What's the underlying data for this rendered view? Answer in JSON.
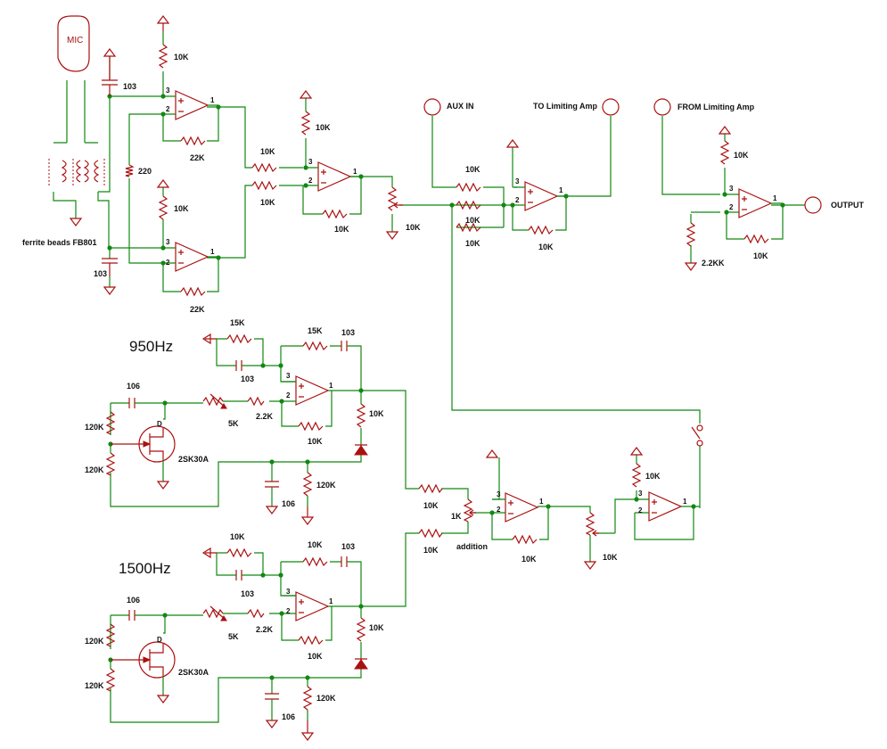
{
  "mic": "MIC",
  "ferrite": "ferrite beads FB801",
  "freq950": "950Hz",
  "freq1500": "1500Hz",
  "aux_in": "AUX IN",
  "to_limiting": "TO Limiting Amp",
  "from_limiting": "FROM Limiting Amp",
  "output": "OUTPUT",
  "addition": "addition",
  "jfet": "2SK30A",
  "v10k": "10K",
  "v22k": "22K",
  "v220": "220",
  "v103": "103",
  "v15k": "15K",
  "v22": "2.2K",
  "v5k": "5K",
  "v106": "106",
  "v120k": "120K",
  "v1k": "1K",
  "v22kk": "2.2KK",
  "pin1": "1",
  "pin2": "2",
  "pin3": "3",
  "pin_d": "D"
}
